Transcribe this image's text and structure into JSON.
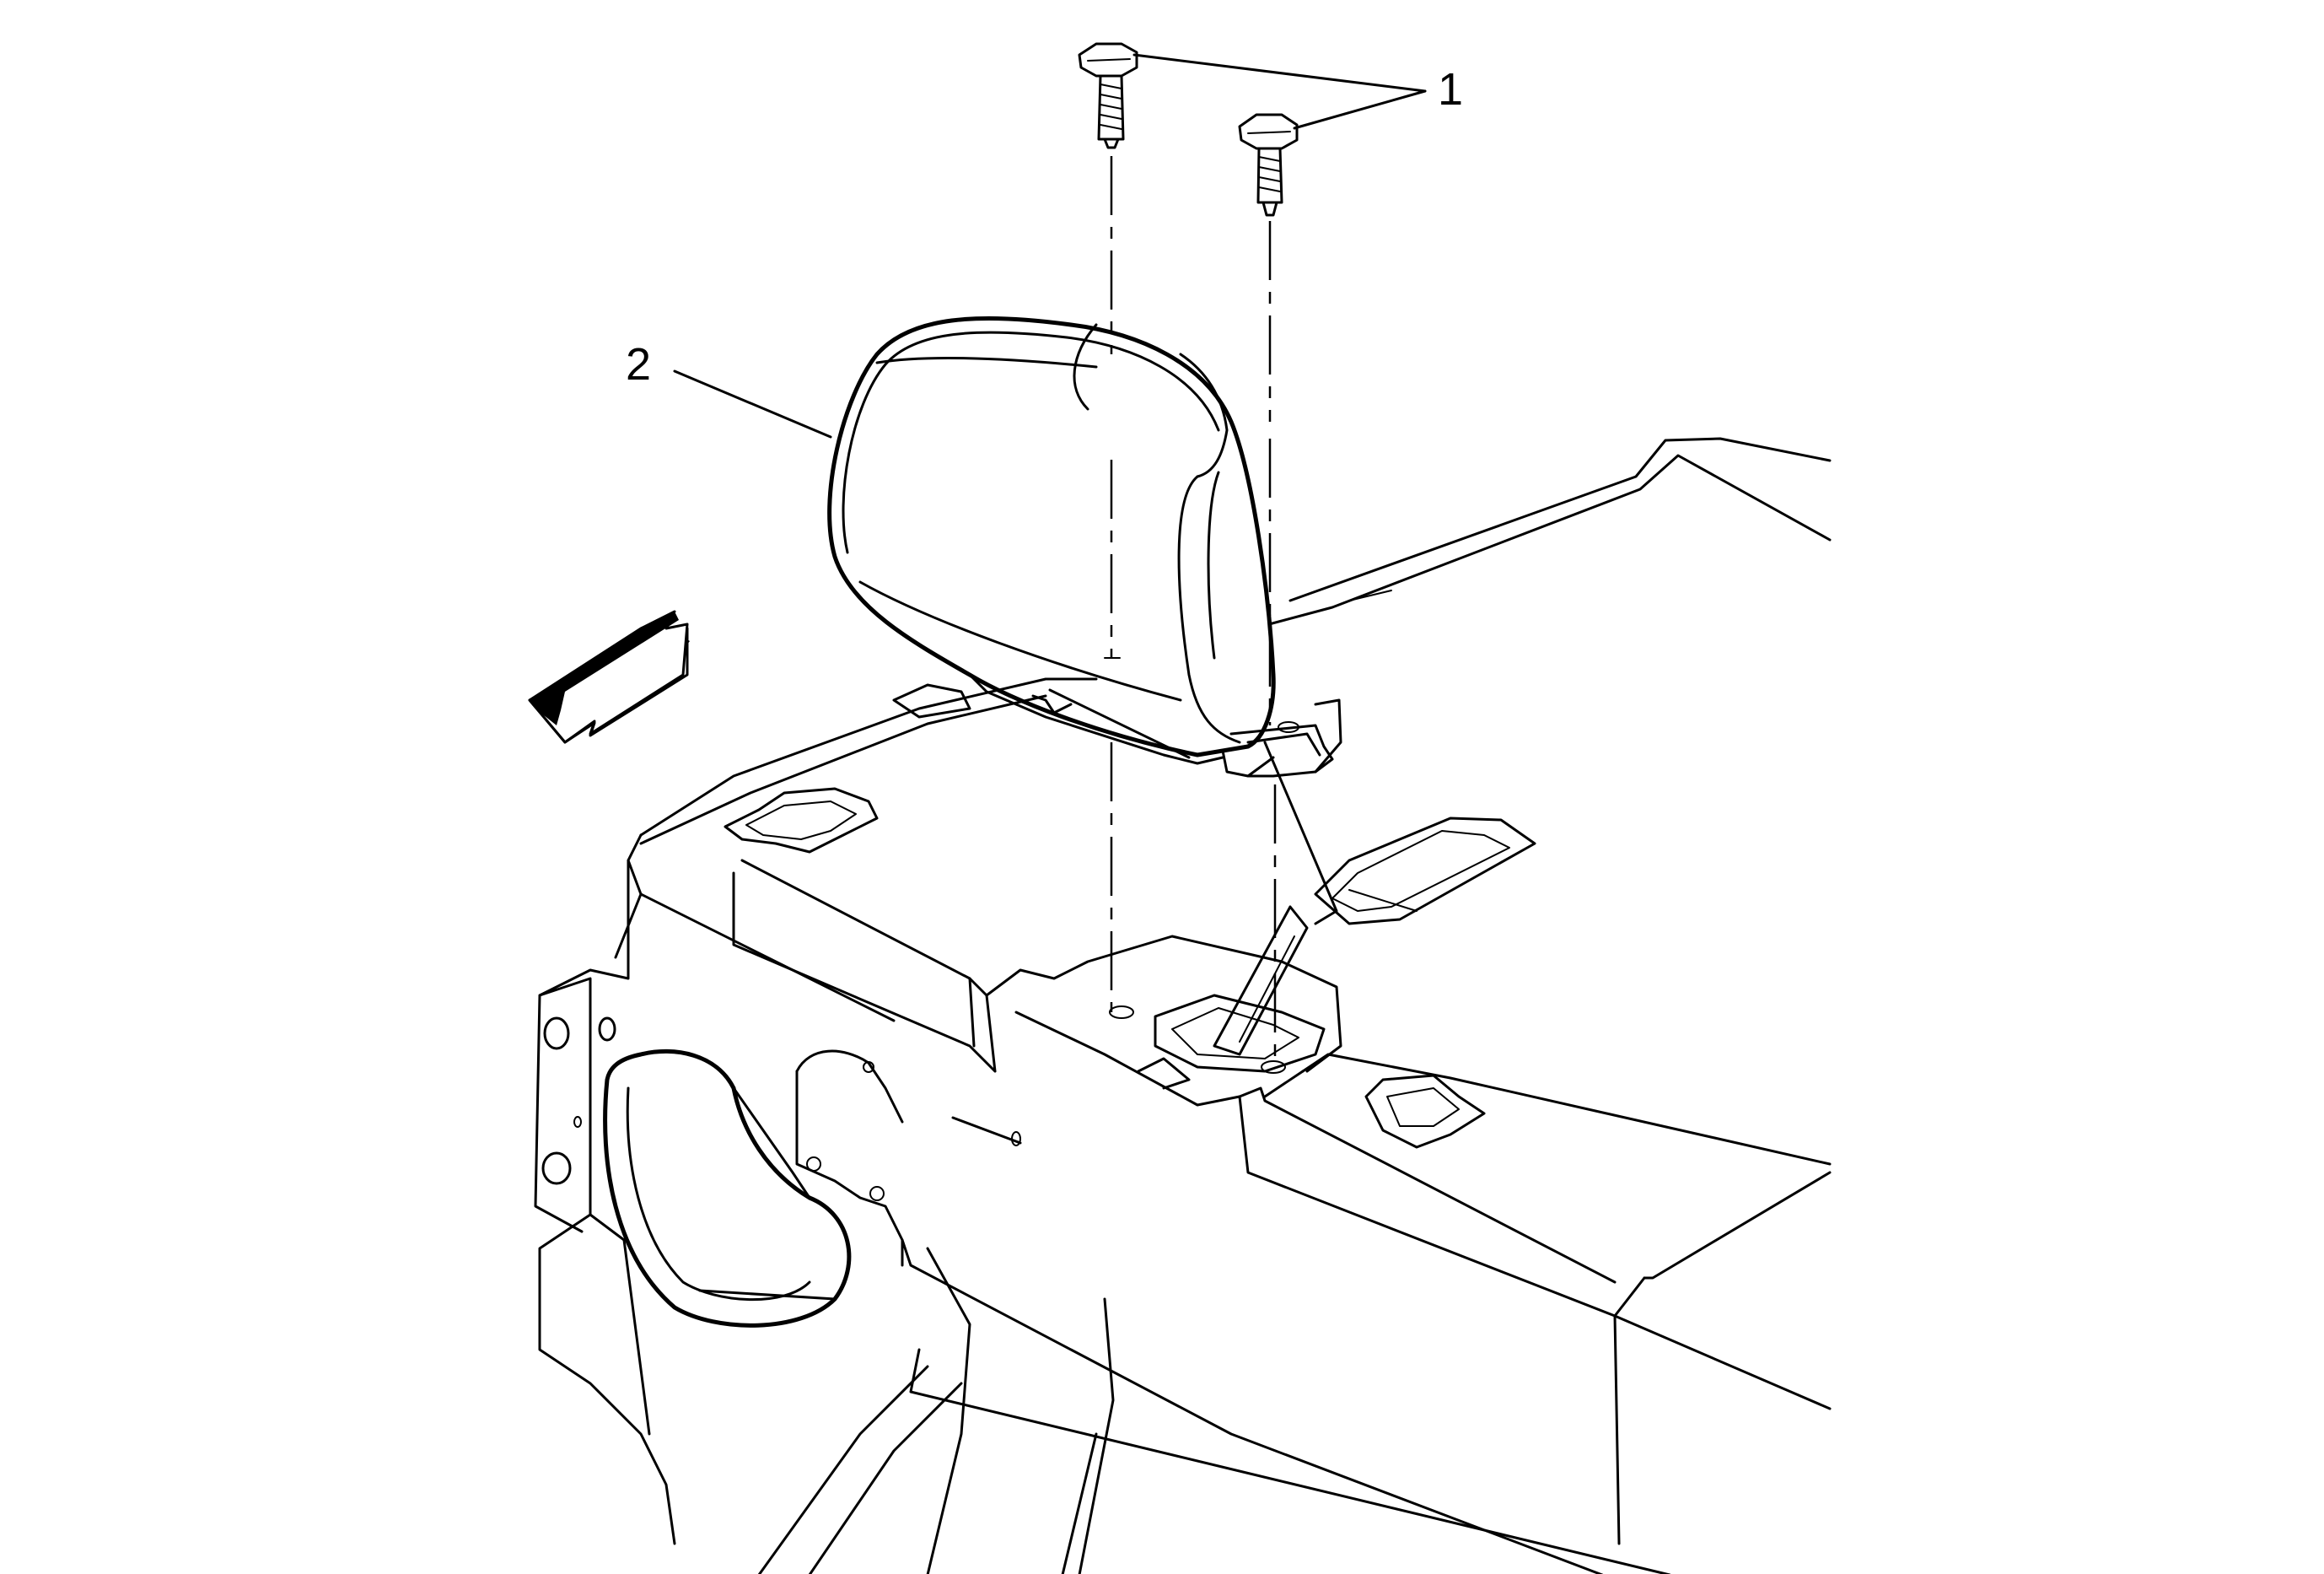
{
  "callouts": [
    {
      "id": "1",
      "text": "1"
    },
    {
      "id": "2",
      "text": "2"
    }
  ]
}
